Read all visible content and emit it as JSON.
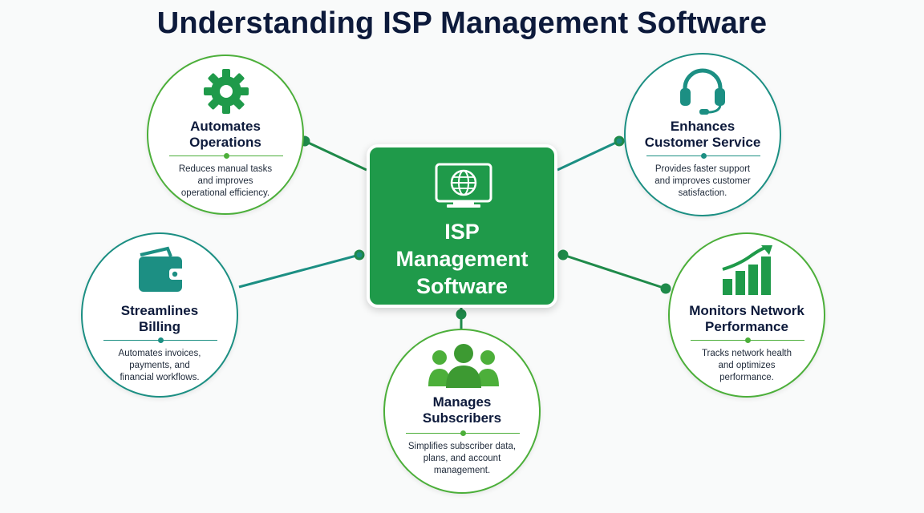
{
  "title": "Understanding ISP Management Software",
  "center": {
    "label_lines": [
      "ISP",
      "Management",
      "Software"
    ],
    "icon": "globe-monitor-icon"
  },
  "nodes": [
    {
      "id": "automates-operations",
      "title_lines": [
        "Automates",
        "Operations"
      ],
      "desc_lines": [
        "Reduces manual tasks",
        "and improves",
        "operational efficiency."
      ],
      "icon": "gear-icon",
      "accent": "#1f9a4a"
    },
    {
      "id": "enhances-customer-service",
      "title_lines": [
        "Enhances",
        "Customer Service"
      ],
      "desc_lines": [
        "Provides faster support",
        "and improves customer",
        "satisfaction."
      ],
      "icon": "headset-icon",
      "accent": "#1c8f83"
    },
    {
      "id": "streamlines-billing",
      "title_lines": [
        "Streamlines",
        "Billing"
      ],
      "desc_lines": [
        "Automates invoices,",
        "payments, and",
        "financial workflows."
      ],
      "icon": "wallet-icon",
      "accent": "#1c8f83"
    },
    {
      "id": "monitors-network-performance",
      "title_lines": [
        "Monitors Network",
        "Performance"
      ],
      "desc_lines": [
        "Tracks network health",
        "and optimizes",
        "performance."
      ],
      "icon": "growth-chart-icon",
      "accent": "#1f9a4a"
    },
    {
      "id": "manages-subscribers",
      "title_lines": [
        "Manages",
        "Subscribers"
      ],
      "desc_lines": [
        "Simplifies subscriber data,",
        "plans, and account",
        "management."
      ],
      "icon": "users-group-icon",
      "accent": "#4caf3a"
    }
  ]
}
